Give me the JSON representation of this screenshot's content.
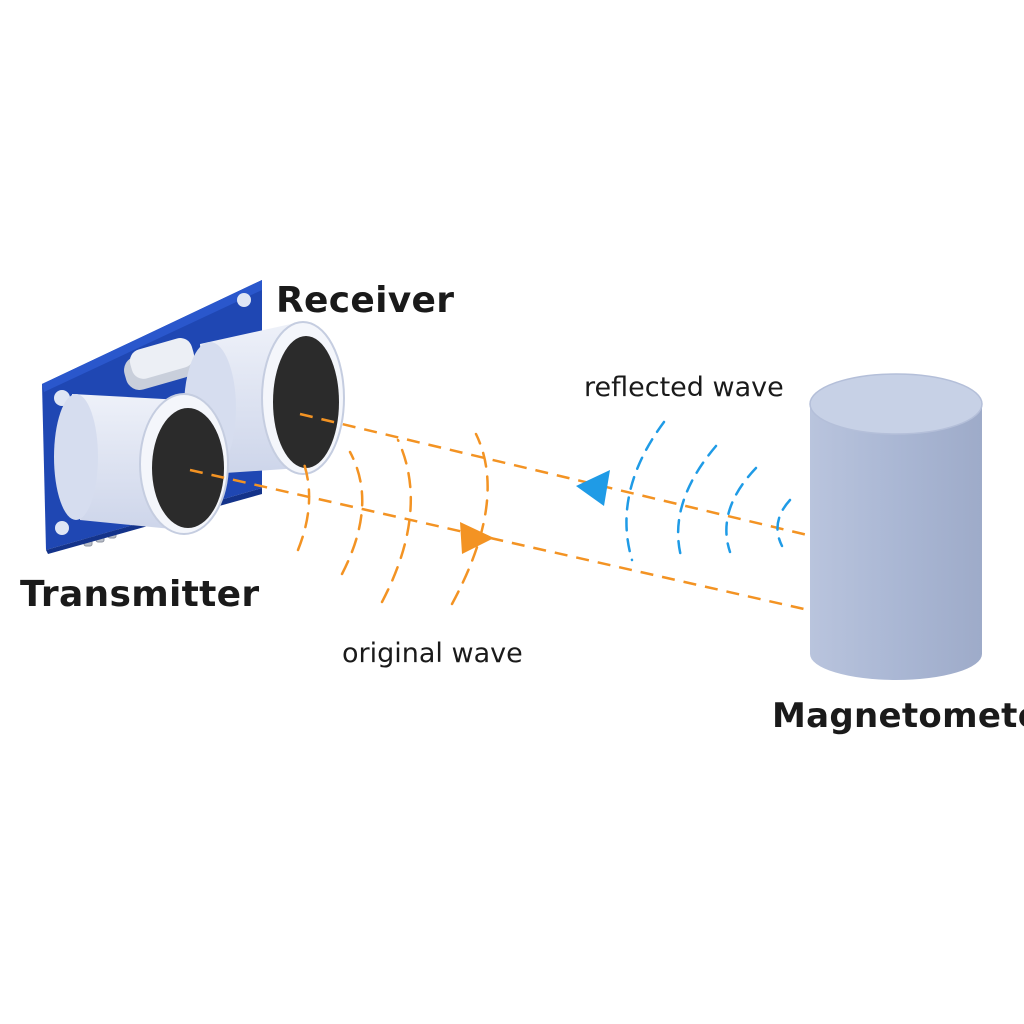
{
  "labels": {
    "receiver": "Receiver",
    "transmitter": "Transmitter",
    "magnetometer": "Magnetometer",
    "reflected_wave": "reflected wave",
    "original_wave": "original wave"
  },
  "colors": {
    "background": "#ffffff",
    "board": "#1f47b3",
    "board_edge": "#14338a",
    "transducer_body": "#dde3f3",
    "transducer_face": "#2b2b2b",
    "original_wave": "#f39323",
    "reflected_wave": "#1f9be6",
    "target_cylinder": "#a9b6d3",
    "target_top": "#c7d1e6",
    "text": "#1a1a1a"
  },
  "icons": {
    "original_direction": "arrow-right-icon",
    "reflected_direction": "arrow-left-icon"
  }
}
